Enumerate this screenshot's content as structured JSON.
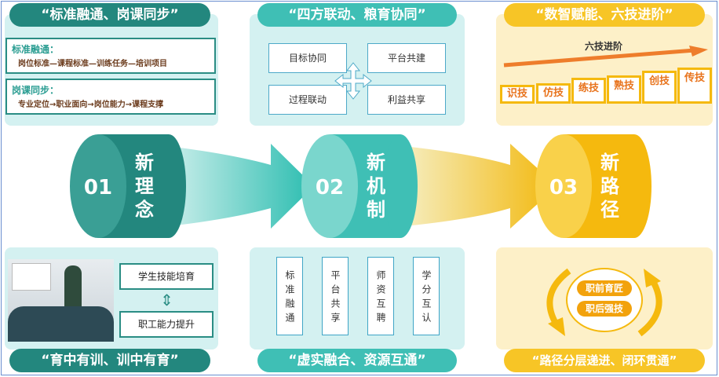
{
  "top_left": {
    "title": "“标准融通、岗课同步”",
    "box1_label": "标准融通：",
    "box1_text": "岗位标准—课程标准—训练任务—培训项目",
    "box2_label": "岗课同步：",
    "box2_text": "专业定位→职业面向→岗位能力→课程支撑"
  },
  "top_mid": {
    "title": "“四方联动、粮育协同”",
    "items": [
      "目标协同",
      "平台共建",
      "过程联动",
      "利益共享"
    ]
  },
  "top_right": {
    "title": "“数智赋能、六技进阶”",
    "arrow_label": "六技进阶",
    "steps": [
      "识技",
      "仿技",
      "练技",
      "熟技",
      "创技",
      "传技"
    ]
  },
  "stages": [
    {
      "num": "01",
      "name": "新理念",
      "color": "#23877e"
    },
    {
      "num": "02",
      "name": "新机制",
      "color": "#3fbfb5"
    },
    {
      "num": "03",
      "name": "新路径",
      "color": "#f5b90e"
    }
  ],
  "bottom_left": {
    "title": "“育中有训、训中有育”",
    "box1": "学生技能培育",
    "box2": "职工能力提升"
  },
  "bottom_mid": {
    "title": "“虚实融合、资源互通”",
    "items": [
      "标准融通",
      "平台共享",
      "师资互聘",
      "学分互认"
    ]
  },
  "bottom_right": {
    "title": "“路径分层递进、闭环贯通”",
    "items": [
      "职前育匠",
      "职后强技"
    ]
  }
}
